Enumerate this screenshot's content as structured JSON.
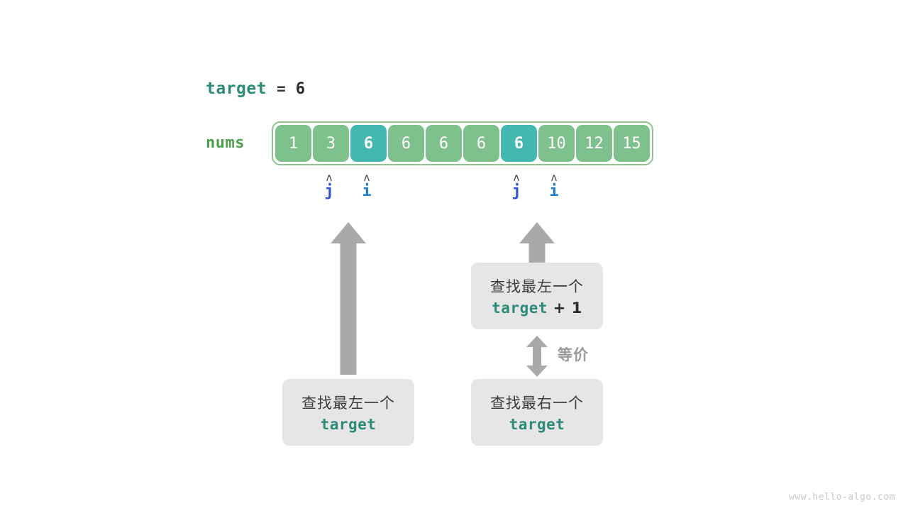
{
  "diagram": {
    "title_line": {
      "variable": "target",
      "equals": "=",
      "value": "6"
    },
    "array": {
      "label": "nums",
      "cells": [
        {
          "value": "1",
          "state": "normal"
        },
        {
          "value": "3",
          "state": "normal"
        },
        {
          "value": "6",
          "state": "highlight"
        },
        {
          "value": "6",
          "state": "normal"
        },
        {
          "value": "6",
          "state": "normal"
        },
        {
          "value": "6",
          "state": "normal"
        },
        {
          "value": "6",
          "state": "highlight"
        },
        {
          "value": "10",
          "state": "normal"
        },
        {
          "value": "12",
          "state": "normal"
        },
        {
          "value": "15",
          "state": "normal"
        }
      ],
      "border_color": "#8cc68c",
      "cell_color": "#7fc18d",
      "highlight_color": "#42b8b0"
    },
    "pointers": [
      {
        "name": "left-j",
        "label": "j",
        "caret": "ʌ",
        "color": "#3352cf",
        "cell_index": 1
      },
      {
        "name": "left-i",
        "label": "i",
        "caret": "ʌ",
        "color": "#1f7fc9",
        "cell_index": 2
      },
      {
        "name": "right-j",
        "label": "j",
        "caret": "ʌ",
        "color": "#3352cf",
        "cell_index": 6
      },
      {
        "name": "right-i",
        "label": "i",
        "caret": "ʌ",
        "color": "#1f7fc9",
        "cell_index": 7
      }
    ],
    "boxes": {
      "left_bottom": {
        "line1": "查找最左一个",
        "line2_code": "target",
        "line2_suffix": ""
      },
      "right_top": {
        "line1": "查找最左一个",
        "line2_code": "target",
        "line2_suffix": " + 1"
      },
      "right_bottom": {
        "line1": "查找最右一个",
        "line2_code": "target",
        "line2_suffix": ""
      }
    },
    "equivalence_label": "等价",
    "watermark": "www.hello-algo.com",
    "colors": {
      "teal": "#2e8b7a",
      "green": "#4ca04c",
      "gray_box": "#e6e6e6",
      "arrow_gray": "#aaa8a8"
    }
  }
}
